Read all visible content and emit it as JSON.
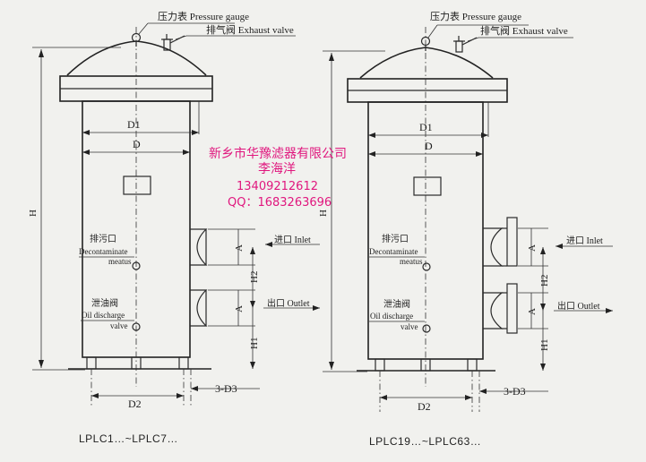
{
  "diagrams": [
    {
      "id": "left",
      "labels": {
        "pressure_gauge": "压力表 Pressure gauge",
        "exhaust_valve": "排气阀 Exhaust valve",
        "d1": "D1",
        "d": "D",
        "h": "H",
        "a_top": "A",
        "a_bottom": "A",
        "h2": "H2",
        "h1": "H1",
        "inlet": "进口 Inlet",
        "outlet": "出口 Outlet",
        "decontaminate_cn": "排污口",
        "decontaminate_en1": "Decontaminate",
        "decontaminate_en2": "meatus",
        "oil_cn": "泄油阀",
        "oil_en1": "Oil discharge",
        "oil_en2": "valve",
        "d2": "D2",
        "d3": "3-D3"
      },
      "caption": "LPLC1…~LPLC7…"
    },
    {
      "id": "right",
      "labels": {
        "pressure_gauge": "压力表 Pressure gauge",
        "exhaust_valve": "排气阀 Exhaust valve",
        "d1": "D1",
        "d": "D",
        "h": "H",
        "a_top": "A",
        "a_bottom": "A",
        "h2": "H2",
        "h1": "H1",
        "inlet": "进口 Inlet",
        "outlet": "出口 Outlet",
        "decontaminate_cn": "排污口",
        "decontaminate_en1": "Decontaminate",
        "decontaminate_en2": "meatus",
        "oil_cn": "泄油阀",
        "oil_en1": "Oil discharge",
        "oil_en2": "valve",
        "d2": "D2",
        "d3": "3-D3"
      },
      "caption": "LPLC19…~LPLC63…"
    }
  ],
  "watermark": {
    "company": "新乡市华豫滤器有限公司",
    "person": "李海洋",
    "phone": "13409212612",
    "qq": "QQ：1683263696"
  },
  "colors": {
    "line": "#2a2a2a",
    "background": "#f1f1ee",
    "watermark": "#e0177e"
  }
}
